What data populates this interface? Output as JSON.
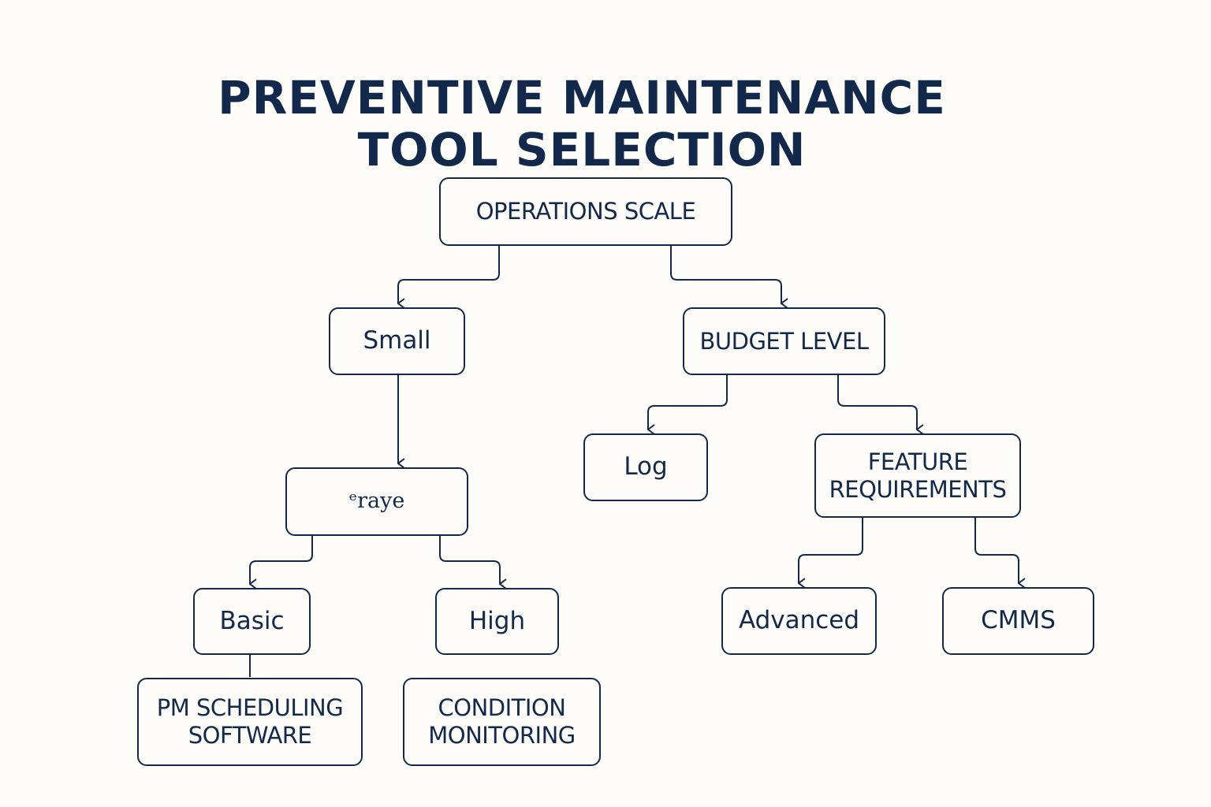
{
  "title": {
    "line1": "PREVENTIVE MAINTENANCE",
    "line2": "TOOL SELECTION"
  },
  "nodes": {
    "operations_scale": "OPERATIONS SCALE",
    "small": "Small",
    "budget_level": "BUDGET LEVEL",
    "raye": "ᵉraye",
    "log": "Log",
    "feature_requirements": "FEATURE REQUIREMENTS",
    "basic": "Basic",
    "high": "High",
    "advanced": "Advanced",
    "cmms": "CMMS",
    "pm_scheduling_software": "PM SCHEDULING SOFTWARE",
    "condition_monitoring": "CONDITION MONITORING"
  },
  "colors": {
    "background": "#fdfcf8",
    "ink": "#13294b"
  }
}
